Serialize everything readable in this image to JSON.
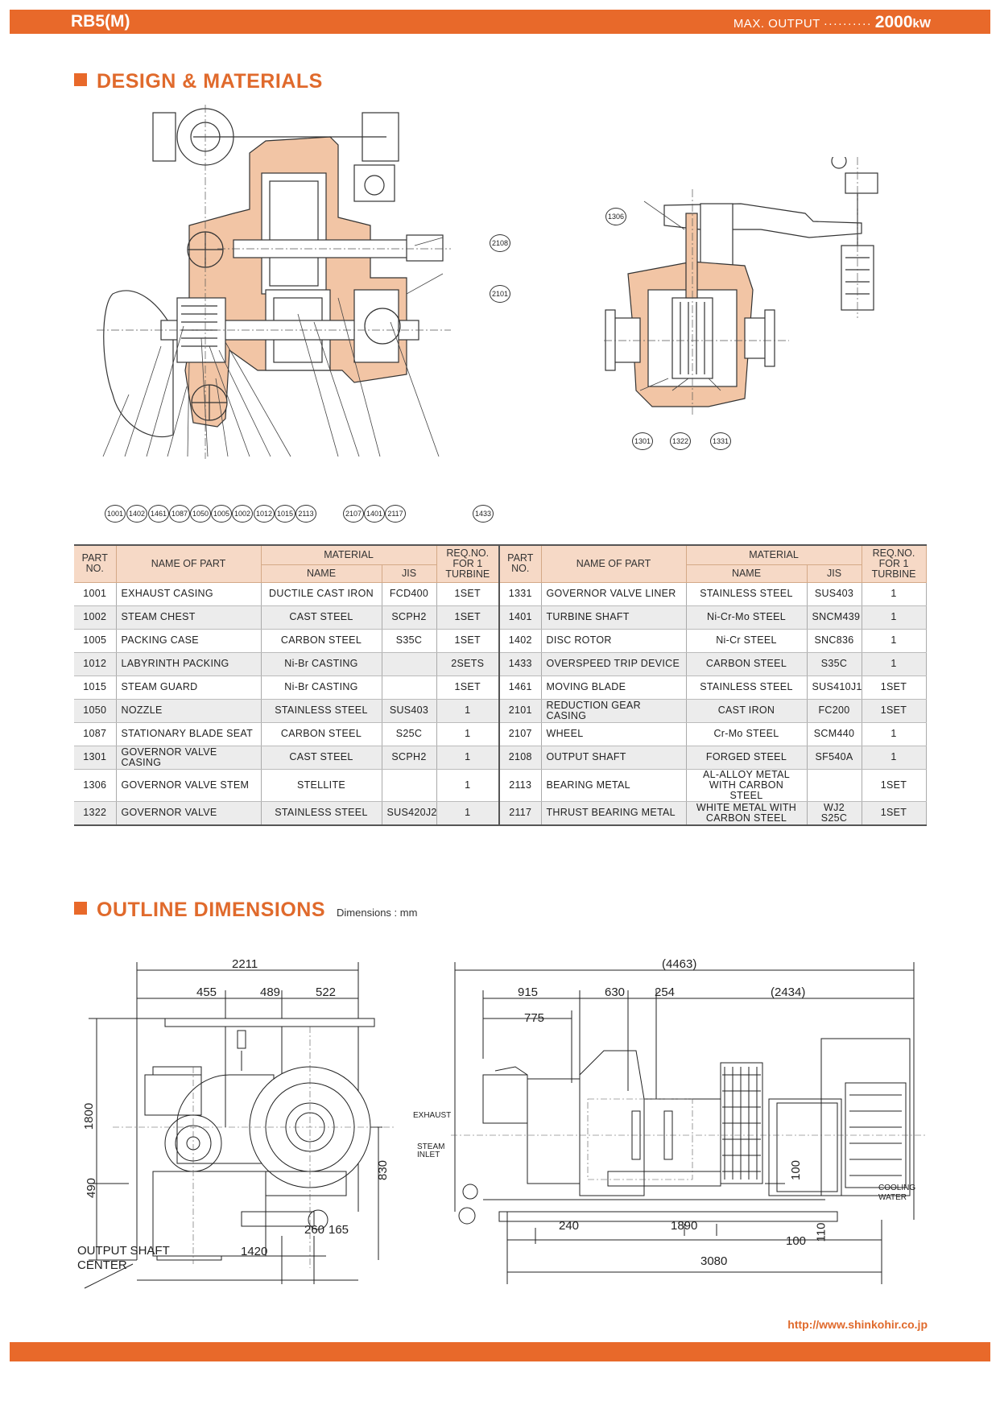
{
  "header": {
    "model": "RB5(M)",
    "max_output_label": "MAX. OUTPUT",
    "max_output_dots": "··········",
    "max_output_value": "2000",
    "max_output_unit": "kW"
  },
  "design": {
    "title": "DESIGN & MATERIALS",
    "callouts_left": [
      "1001",
      "1402",
      "1461",
      "1087",
      "1050",
      "1005",
      "1002",
      "1012",
      "1015",
      "2113",
      "2107",
      "1401",
      "2117",
      "1433",
      "2108",
      "2101"
    ],
    "callouts_right": [
      "1306",
      "1301",
      "1322",
      "1331"
    ]
  },
  "table": {
    "h_part_no": "PART NO.",
    "h_name_of_part": "NAME OF PART",
    "h_material": "MATERIAL",
    "h_name": "NAME",
    "h_jis": "JIS",
    "h_req": "REQ.NO. FOR 1 TURBINE",
    "left_rows": [
      {
        "no": "1001",
        "part": "EXHAUST CASING",
        "name": "DUCTILE CAST IRON",
        "jis": "FCD400",
        "req": "1SET"
      },
      {
        "no": "1002",
        "part": "STEAM CHEST",
        "name": "CAST STEEL",
        "jis": "SCPH2",
        "req": "1SET"
      },
      {
        "no": "1005",
        "part": "PACKING CASE",
        "name": "CARBON STEEL",
        "jis": "S35C",
        "req": "1SET"
      },
      {
        "no": "1012",
        "part": "LABYRINTH PACKING",
        "name": "Ni-Br CASTING",
        "jis": "",
        "req": "2SETS"
      },
      {
        "no": "1015",
        "part": "STEAM GUARD",
        "name": "Ni-Br CASTING",
        "jis": "",
        "req": "1SET"
      },
      {
        "no": "1050",
        "part": "NOZZLE",
        "name": "STAINLESS STEEL",
        "jis": "SUS403",
        "req": "1"
      },
      {
        "no": "1087",
        "part": "STATIONARY BLADE SEAT",
        "name": "CARBON STEEL",
        "jis": "S25C",
        "req": "1"
      },
      {
        "no": "1301",
        "part": "GOVERNOR VALVE CASING",
        "name": "CAST STEEL",
        "jis": "SCPH2",
        "req": "1"
      },
      {
        "no": "1306",
        "part": "GOVERNOR VALVE STEM",
        "name": "STELLITE",
        "jis": "",
        "req": "1"
      },
      {
        "no": "1322",
        "part": "GOVERNOR VALVE",
        "name": "STAINLESS STEEL",
        "jis": "SUS420J2",
        "req": "1"
      }
    ],
    "right_rows": [
      {
        "no": "1331",
        "part": "GOVERNOR VALVE LINER",
        "name": "STAINLESS STEEL",
        "jis": "SUS403",
        "req": "1"
      },
      {
        "no": "1401",
        "part": "TURBINE SHAFT",
        "name": "Ni-Cr-Mo STEEL",
        "jis": "SNCM439",
        "req": "1"
      },
      {
        "no": "1402",
        "part": "DISC ROTOR",
        "name": "Ni-Cr STEEL",
        "jis": "SNC836",
        "req": "1"
      },
      {
        "no": "1433",
        "part": "OVERSPEED TRIP DEVICE",
        "name": "CARBON STEEL",
        "jis": "S35C",
        "req": "1"
      },
      {
        "no": "1461",
        "part": "MOVING BLADE",
        "name": "STAINLESS STEEL",
        "jis": "SUS410J1",
        "req": "1SET"
      },
      {
        "no": "2101",
        "part": "REDUCTION GEAR CASING",
        "name": "CAST IRON",
        "jis": "FC200",
        "req": "1SET"
      },
      {
        "no": "2107",
        "part": "WHEEL",
        "name": "Cr-Mo STEEL",
        "jis": "SCM440",
        "req": "1"
      },
      {
        "no": "2108",
        "part": "OUTPUT SHAFT",
        "name": "FORGED STEEL",
        "jis": "SF540A",
        "req": "1"
      },
      {
        "no": "2113",
        "part": "BEARING METAL",
        "name": "AL-ALLOY METAL WITH CARBON STEEL",
        "jis": "",
        "req": "1SET"
      },
      {
        "no": "2117",
        "part": "THRUST BEARING METAL",
        "name": "WHITE METAL WITH CARBON STEEL",
        "jis": "WJ2 S25C",
        "req": "1SET"
      }
    ]
  },
  "outline": {
    "title": "OUTLINE DIMENSIONS",
    "note": "Dimensions : mm",
    "front": {
      "d_2211": "2211",
      "d_455": "455",
      "d_489": "489",
      "d_522": "522",
      "d_1800": "1800",
      "d_490": "490",
      "d_830": "830",
      "d_260": "260",
      "d_165": "165",
      "d_1420": "1420",
      "output_shaft_label": "OUTPUT SHAFT",
      "center_label": "CENTER"
    },
    "side": {
      "d_4463": "(4463)",
      "d_915": "915",
      "d_630": "630",
      "d_254": "254",
      "d_2434": "(2434)",
      "d_775": "775",
      "d_240": "240",
      "d_1890": "1890",
      "d_100a": "100",
      "d_100b": "100",
      "d_110": "110",
      "d_3080": "3080",
      "exhaust_label": "EXHAUST",
      "steam_label": "STEAM",
      "inlet_label": "INLET",
      "cooling_label": "COOLING",
      "water_label": "WATER"
    }
  },
  "footer": {
    "url": "http://www.shinkohir.co.jp"
  },
  "colors": {
    "accent": "#e8692a",
    "header_cell": "#f6d9c6",
    "casing_fill": "#f2c5a5"
  }
}
